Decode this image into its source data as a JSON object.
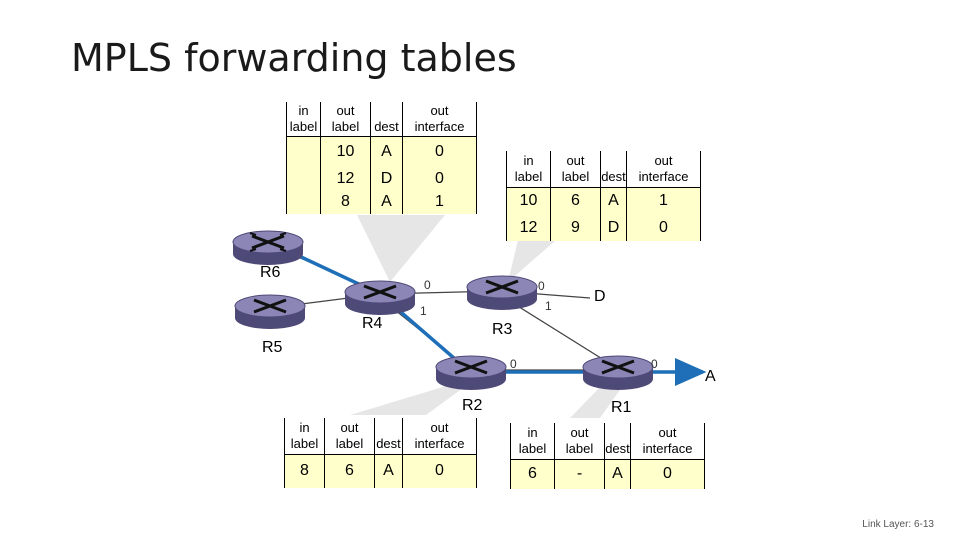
{
  "title": "MPLS forwarding tables",
  "footer": "Link Layer: 6-13",
  "headers": {
    "in": "in",
    "label": "label",
    "out": "out",
    "dest": "dest",
    "interface": "interface"
  },
  "tables": {
    "r4": {
      "rows": [
        [
          "",
          "10",
          "A",
          "0"
        ],
        [
          "",
          "12",
          "D",
          "0"
        ],
        [
          "",
          "8",
          "A",
          "1"
        ]
      ]
    },
    "r3": {
      "rows": [
        [
          "10",
          "6",
          "A",
          "1"
        ],
        [
          "12",
          "9",
          "D",
          "0"
        ]
      ]
    },
    "r2": {
      "rows": [
        [
          "8",
          "6",
          "A",
          "0"
        ]
      ]
    },
    "r1": {
      "rows": [
        [
          "6",
          "-",
          "A",
          "0"
        ]
      ]
    }
  },
  "routers": {
    "r6": "R6",
    "r5": "R5",
    "r4": "R4",
    "r3": "R3",
    "r2": "R2",
    "r1": "R1"
  },
  "destinations": {
    "d": "D",
    "a": "A"
  },
  "ports": {
    "r4_0": "0",
    "r4_1": "1",
    "r3_0": "0",
    "r3_1": "1",
    "r2_0": "0",
    "r1_0": "0"
  },
  "colors": {
    "path": "#1f6fb8",
    "router_top": "#8b86b5",
    "table_fill": "#ffffcc"
  }
}
